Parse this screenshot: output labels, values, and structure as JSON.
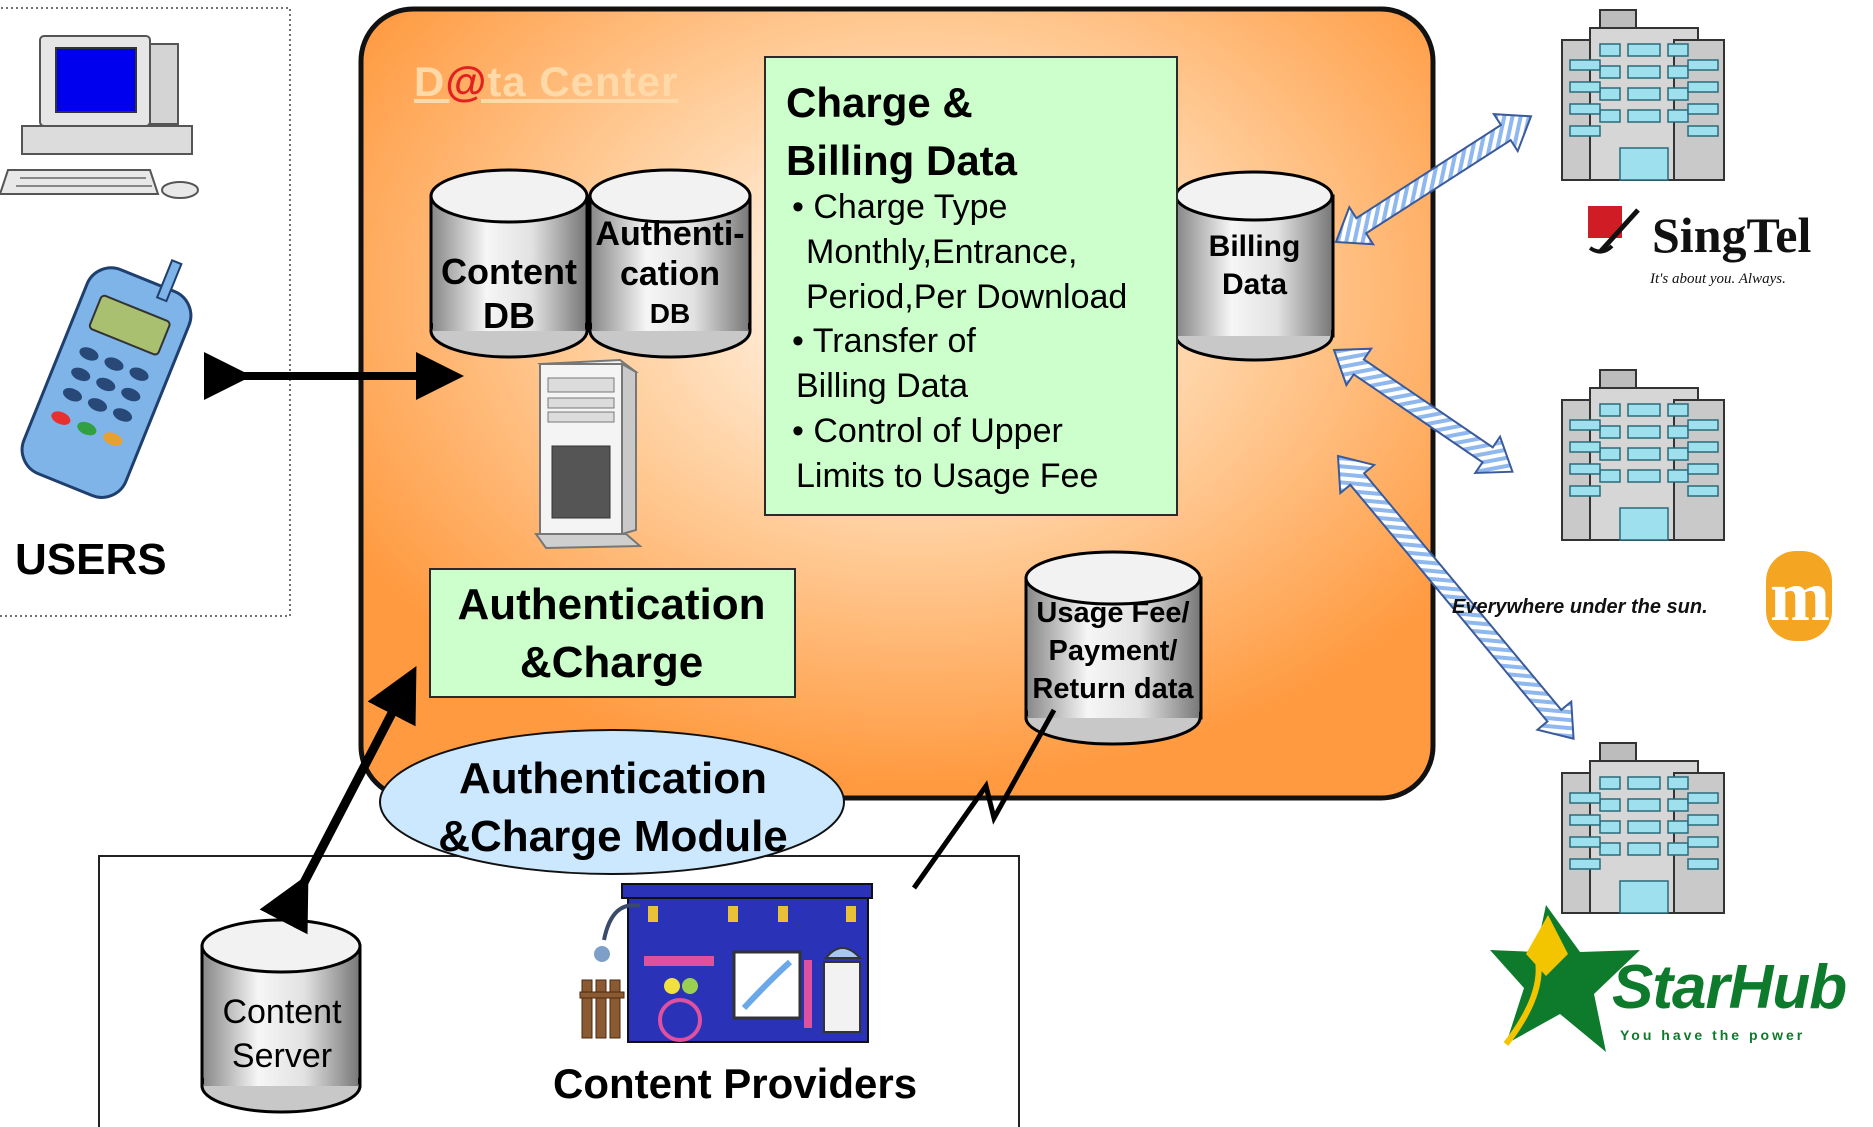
{
  "users": {
    "label": "USERS"
  },
  "data_center": {
    "title_prefix": "D",
    "title_at": "@",
    "title_suffix": "ta Center"
  },
  "charge_billing": {
    "title_line1": "Charge &",
    "title_line2": "Billing Data",
    "bullet1": "• Charge Type",
    "bullet1_cont1": "Monthly,Entrance,",
    "bullet1_cont2": "Period,Per Download",
    "bullet2": "• Transfer of",
    "bullet2_cont1": "Billing Data",
    "bullet3": "• Control of Upper",
    "bullet3_cont1": "Limits to Usage Fee"
  },
  "databases": {
    "content_db_line1": "Content",
    "content_db_line2": "DB",
    "auth_db_line1": "Authenti-",
    "auth_db_line2": "cation",
    "auth_db_line3": "DB",
    "billing_line1": "Billing",
    "billing_line2": "Data",
    "usage_line1": "Usage Fee/",
    "usage_line2": "Payment/",
    "usage_line3": "Return data"
  },
  "auth_charge": {
    "line1": "Authentication",
    "line2": "&Charge"
  },
  "module": {
    "line1": "Authentication",
    "line2": "&Charge Module"
  },
  "content_server": {
    "line1": "Content",
    "line2": "Server"
  },
  "providers": {
    "label": "Content Providers"
  },
  "carriers": {
    "singtel_name": "SingTel",
    "singtel_tagline": "It's about you. Always.",
    "m1_tagline": "Everywhere under the sun.",
    "m1_logo": "m1",
    "starhub_name": "StarHub",
    "starhub_tagline": "You have the power"
  },
  "colors": {
    "data_center_fill": "#ff9a40",
    "green_box": "#ccffcc",
    "module_fill": "#cce8ff",
    "arrow_blue": "#9bc3f2",
    "starhub_green": "#0d7a2c",
    "m1_orange": "#f4a623"
  }
}
